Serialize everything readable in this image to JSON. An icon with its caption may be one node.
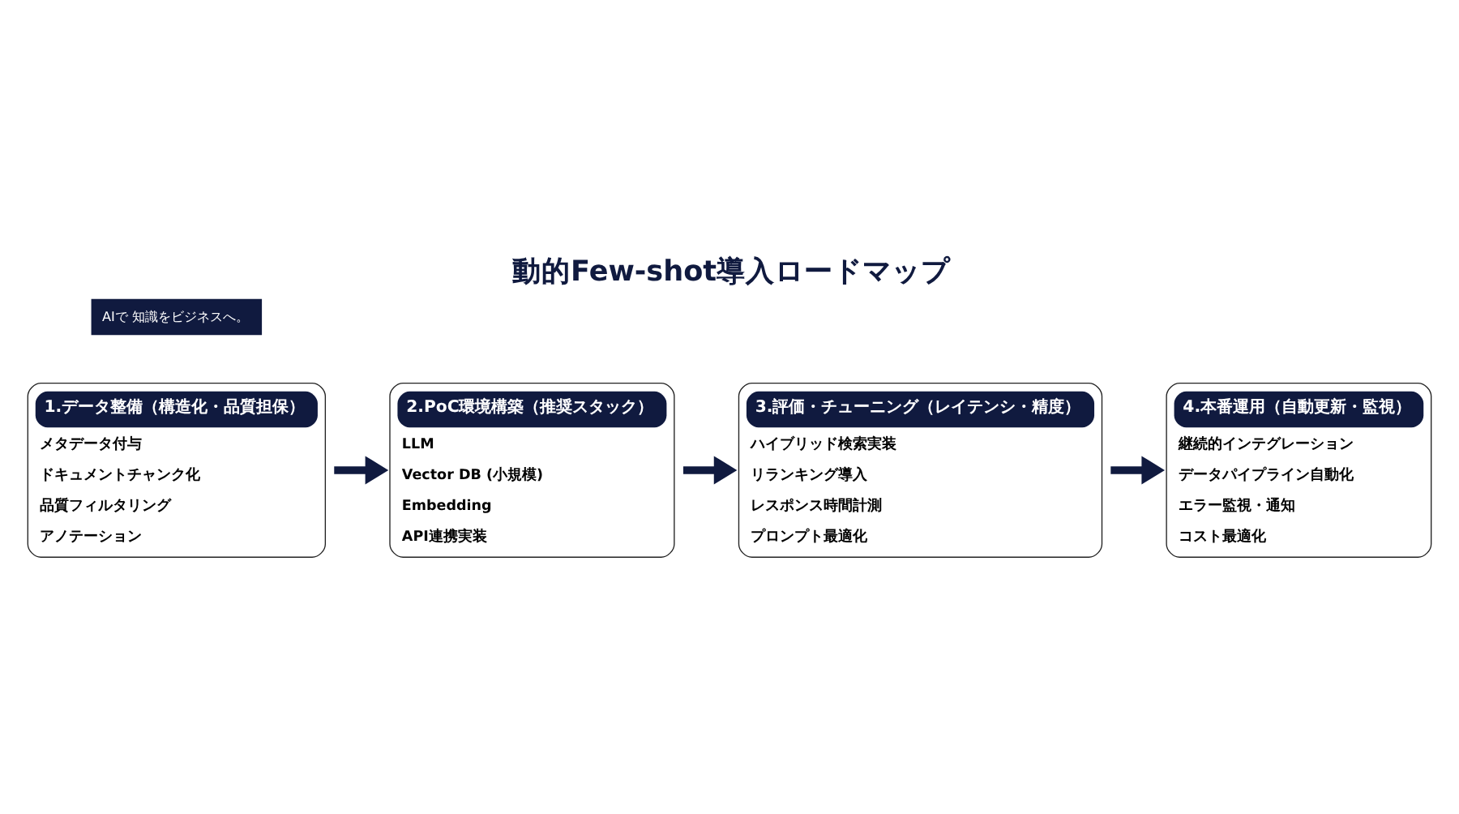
{
  "diagram": {
    "title": "動的Few-shot導入ロードマップ",
    "nodes": [
      {
        "text": [
          "1.データ整備（構造化・品質担保）",
          "メタデータ付与",
          "ドキュメントチャンク化",
          "品質フィルタリング",
          "アノテーション"
        ]
      },
      {
        "text": [
          "2.PoC環境構築（推奨スタック）",
          "LLM",
          "Vector DB (小規模)",
          "Embedding",
          "API連携実装"
        ]
      },
      {
        "text": [
          "3.評価・チューニング（レイテンシ・精度）",
          "ハイブリッド検索実装",
          "リランキング導入",
          "レスポンス時間計測",
          "プロンプト最適化"
        ]
      },
      {
        "text": [
          "4.本番運用（自動更新・監視）",
          "継続的インテグレーション",
          "データパイプライン自動化",
          "エラー監視・通知",
          "コスト最適化"
        ]
      }
    ],
    "edges": [
      {
        "from": 0,
        "to": 1,
        "arrow": "to"
      },
      {
        "from": 1,
        "to": 2,
        "arrow": "to"
      },
      {
        "from": 2,
        "to": 3,
        "arrow": "to"
      }
    ],
    "labels": [
      "AIで 知識をビジネスへ。"
    ]
  }
}
